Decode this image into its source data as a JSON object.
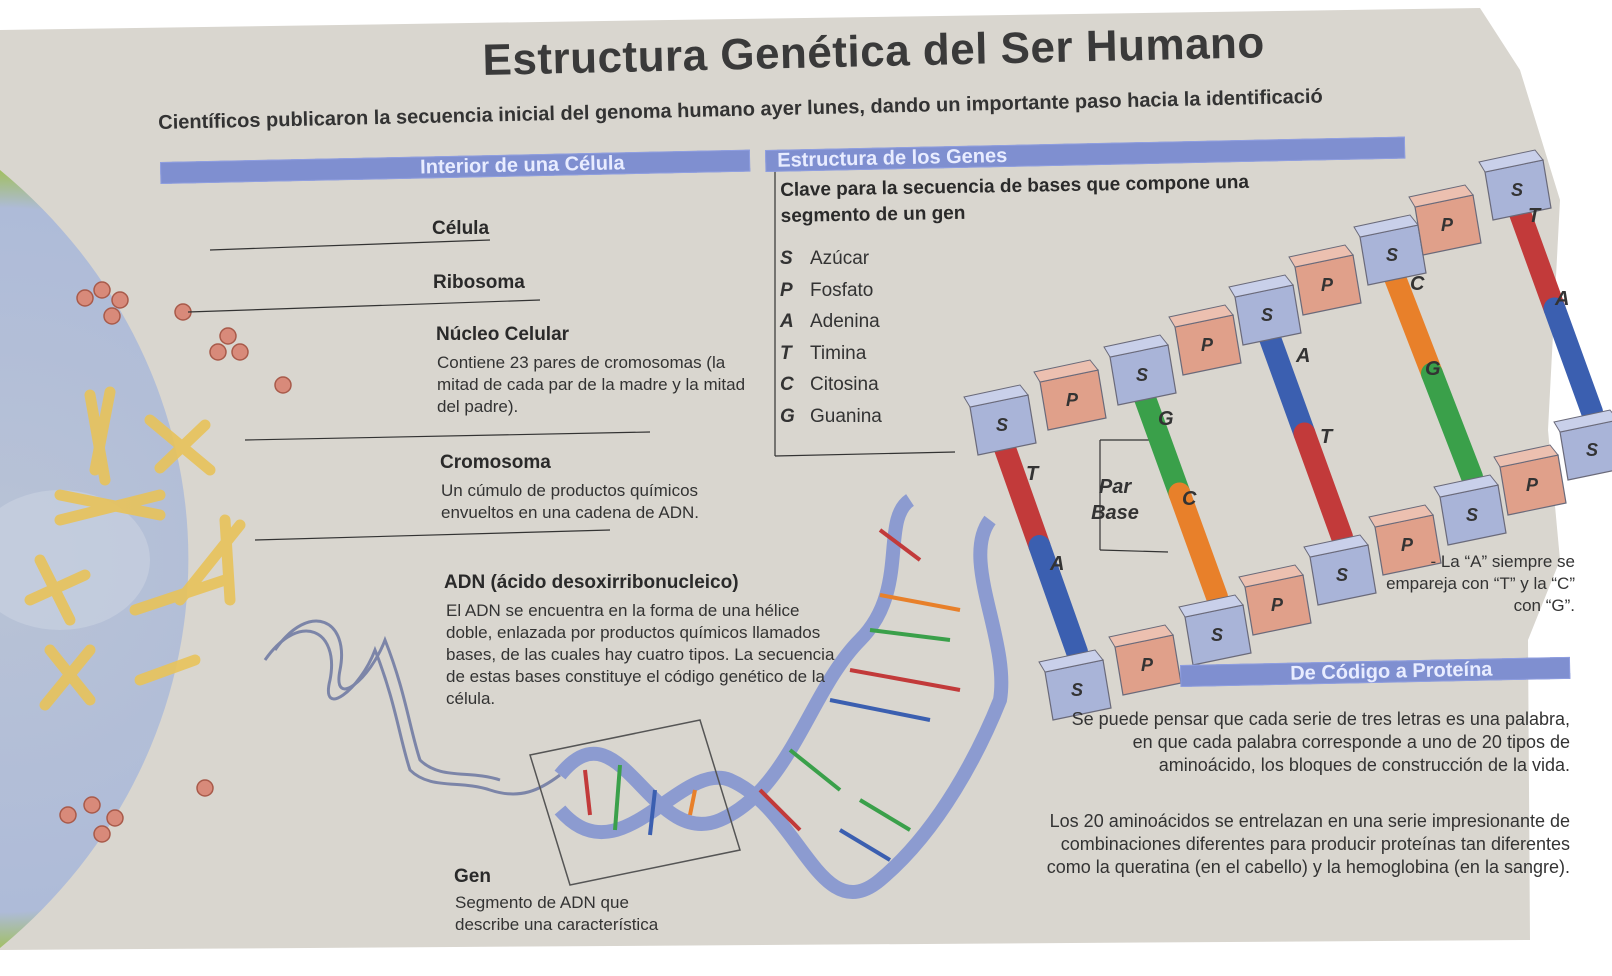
{
  "title": "Estructura Genética del Ser Humano",
  "subtitle": "Científicos publicaron la secuencia inicial del genoma humano ayer lunes, dando un importante paso hacia la identificació",
  "sections": {
    "cell": "Interior de una Célula",
    "genes": "Estructura de los Genes",
    "protein": "De Código a Proteína"
  },
  "cell_labels": {
    "celula": "Célula",
    "ribosoma": "Ribosoma",
    "nucleo_title": "Núcleo Celular",
    "nucleo_text": "Contiene 23 pares de cromosomas (la mitad de cada par de la madre y la mitad del padre).",
    "cromosoma_title": "Cromosoma",
    "cromosoma_text": "Un cúmulo de productos químicos envueltos en una cadena de ADN.",
    "adn_title": "ADN (ácido desoxirribonucleico)",
    "adn_text": "El ADN se encuentra en la forma de una hélice doble, enlazada por productos químicos llamados bases, de las cuales hay cuatro tipos. La secuencia de estas bases constituye el código genético de la célula.",
    "gen_title": "Gen",
    "gen_text": "Segmento de ADN que describe una característica"
  },
  "legend": {
    "heading": "Clave para la secuencia de bases que compone una segmento de un gen",
    "items": [
      {
        "key": "S",
        "label": "Azúcar"
      },
      {
        "key": "P",
        "label": "Fosfato"
      },
      {
        "key": "A",
        "label": "Adenina"
      },
      {
        "key": "T",
        "label": "Timina"
      },
      {
        "key": "C",
        "label": "Citosina"
      },
      {
        "key": "G",
        "label": "Guanina"
      }
    ]
  },
  "ladder": {
    "block_s": "S",
    "block_p": "P",
    "bases": [
      "T",
      "A",
      "G",
      "C",
      "A",
      "T",
      "C",
      "G",
      "T",
      "A"
    ],
    "par_base": "Par Base",
    "note": "- La “A” siempre se empareja con “T” y la “C” con “G”."
  },
  "protein": {
    "p1": "Se puede pensar que cada serie de tres letras es una palabra, en que cada palabra corresponde a uno de 20 tipos de aminoácido, los bloques de construcción de la vida.",
    "p2": "Los 20 aminoácidos se entrelazan en una serie impresionante de combinaciones diferentes para producir proteínas tan diferentes como la queratina (en el cabello) y la hemoglobina (en la sangre)."
  },
  "colors": {
    "paper": "#d9d6cf",
    "band": "#7f8fd0",
    "sugar": "#a9b4d8",
    "phosphate": "#e0a08a",
    "adenine": "#3b5fb0",
    "thymine": "#c23a3a",
    "cytosine": "#e8802a",
    "guanine": "#3aa04a"
  }
}
